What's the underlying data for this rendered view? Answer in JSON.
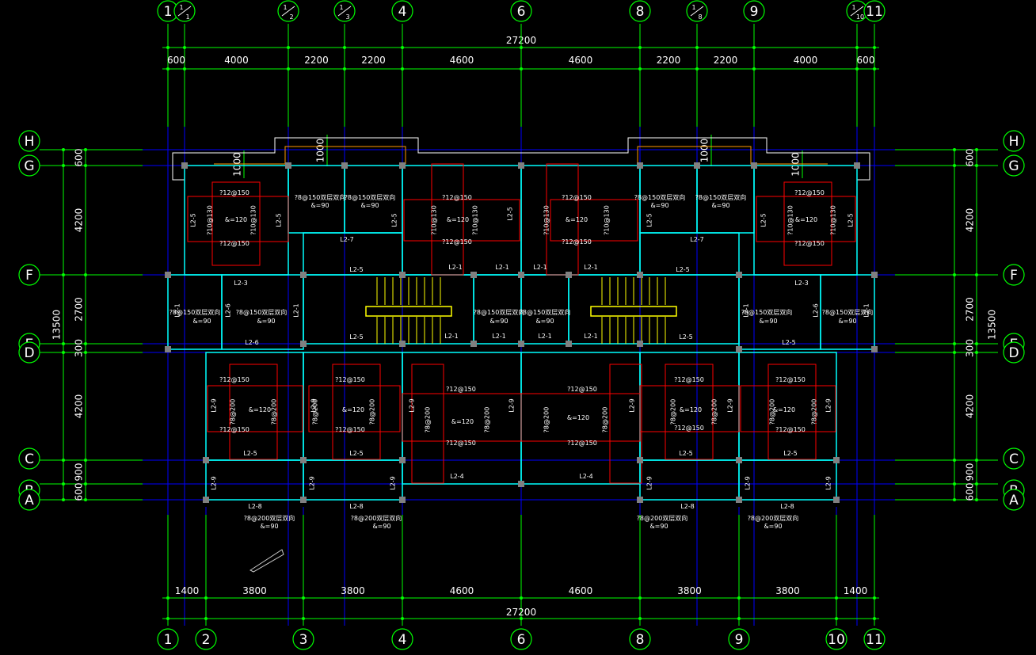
{
  "drawing": {
    "colors": {
      "background": "#000000",
      "axis": "#0000ff",
      "dimension": "#00ff00",
      "wall": "#00ffff",
      "rebar": "#ff0000",
      "text": "#ffffff",
      "stair": "#ffff00",
      "column": "#808080"
    },
    "top_grid_labels": [
      "1",
      "1/1",
      "1/2",
      "1/3",
      "4",
      "6",
      "8",
      "1/8",
      "9",
      "1/10",
      "11"
    ],
    "bottom_grid_labels": [
      "1",
      "2",
      "3",
      "4",
      "6",
      "8",
      "9",
      "10",
      "11"
    ],
    "left_row_labels": [
      "H",
      "G",
      "F",
      "E",
      "D",
      "C",
      "B",
      "A"
    ],
    "right_row_labels": [
      "H",
      "G",
      "F",
      "E",
      "D",
      "C",
      "B",
      "A"
    ],
    "total_width_top": "27200",
    "total_width_bottom": "27200",
    "top_dims": [
      "600",
      "4000",
      "2200",
      "2200",
      "4600",
      "4600",
      "2200",
      "2200",
      "4000",
      "600"
    ],
    "bottom_dims": [
      "1400",
      "3800",
      "3800",
      "4600",
      "4600",
      "3800",
      "3800",
      "1400"
    ],
    "left_dims": [
      "600",
      "4200",
      "2700",
      "300",
      "4200",
      "900",
      "600"
    ],
    "left_total": "13500",
    "right_dims": [
      "600",
      "4200",
      "2700",
      "300",
      "4200",
      "900",
      "600"
    ],
    "right_total": "13500",
    "bay_1000": "1000",
    "slab": {
      "bar_150": "?12@150",
      "bar_130": "?10@130",
      "bar_200": "?8@200",
      "thick_120": "&=120",
      "thick_90": "&=90",
      "note_150": "?8@150双层双向",
      "note_200": "?8@200双层双向"
    },
    "beams": {
      "b1": "L2-1",
      "b3": "L2-3",
      "b4": "L2-4",
      "b5": "L2-5",
      "b6": "L2-6",
      "b7": "L2-7",
      "b8": "L2-8",
      "b9": "L2-9"
    }
  }
}
